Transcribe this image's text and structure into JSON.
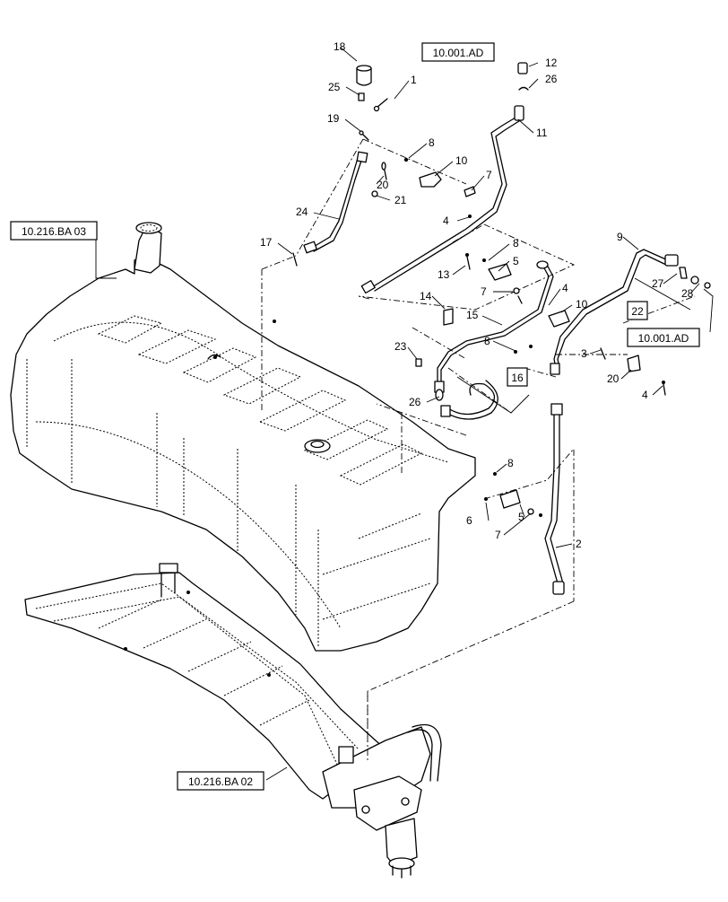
{
  "references": {
    "ref_top_right": "10.001.AD",
    "ref_left_tank": "10.216.BA 03",
    "ref_right_fitting": "10.001.AD",
    "ref_bottom_frame": "10.216.BA 02",
    "ref_boxed_22": "22",
    "ref_boxed_16": "16"
  },
  "callouts": {
    "c18": "18",
    "c25": "25",
    "c1": "1",
    "c19": "19",
    "c8a": "8",
    "c10a": "10",
    "c20a": "20",
    "c21": "21",
    "c7a": "7",
    "c24": "24",
    "c4a": "4",
    "c11": "11",
    "c12": "12",
    "c26a": "26",
    "c17": "17",
    "c8b": "8",
    "c13": "13",
    "c5a": "5",
    "c7b": "7",
    "c9": "9",
    "c27": "27",
    "c28": "28",
    "c14": "14",
    "c15": "15",
    "c4b": "4",
    "c10b": "10",
    "c8c": "8",
    "c3": "3",
    "c23": "23",
    "c20b": "20",
    "c4c": "4",
    "c26b": "26",
    "c8d": "8",
    "c6": "6",
    "c5b": "5",
    "c7c": "7",
    "c2": "2"
  },
  "colors": {
    "line": "#000000",
    "background": "#ffffff"
  }
}
